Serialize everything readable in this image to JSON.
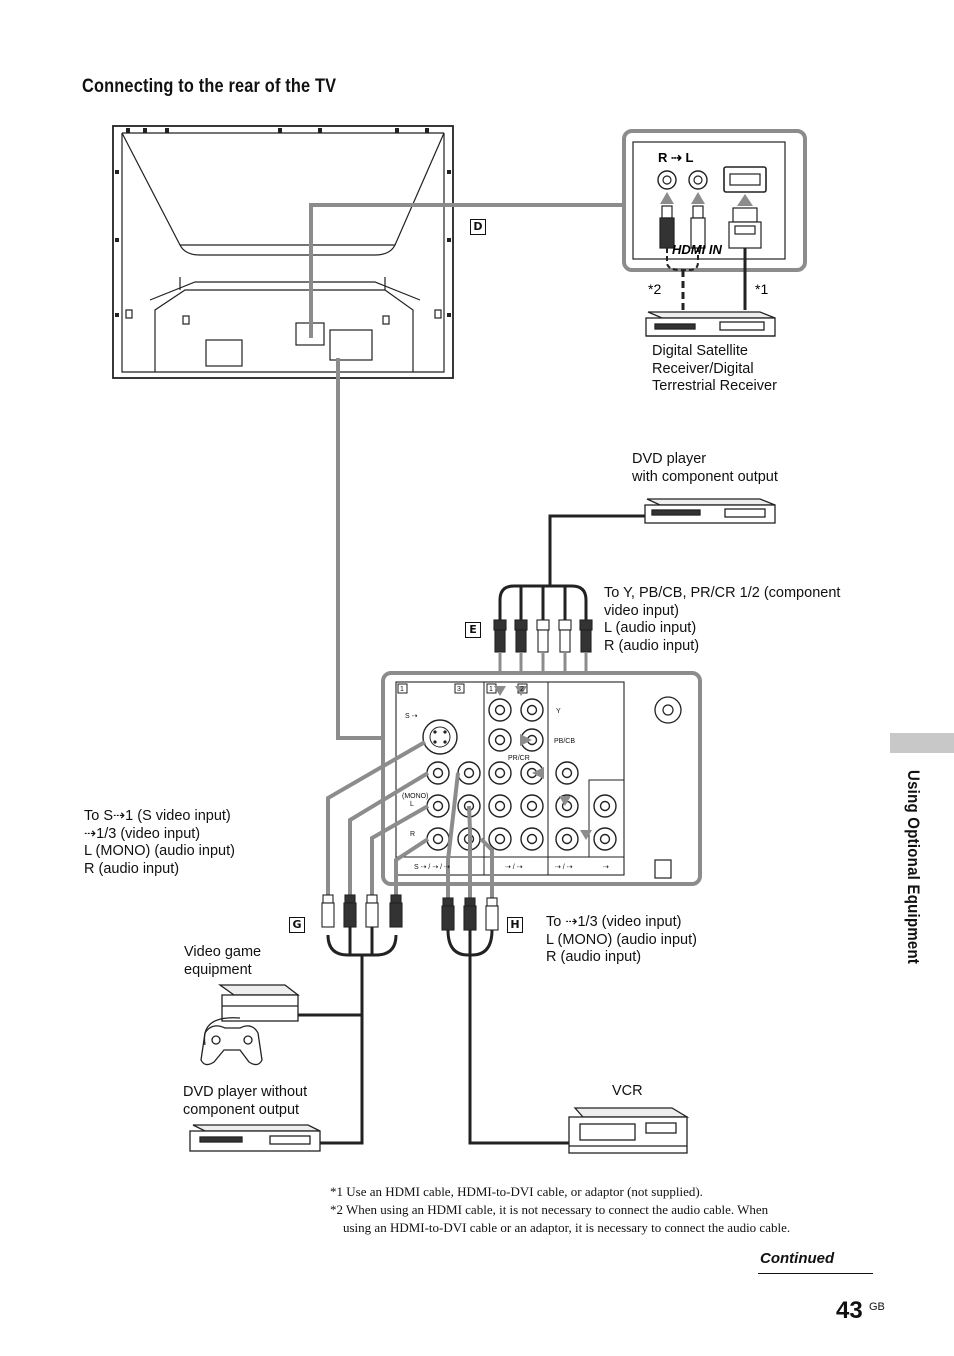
{
  "page": {
    "section_title": "Connecting to the rear of the TV",
    "side_tab": "Using Optional Equipment",
    "page_number": "43",
    "page_suffix": "GB",
    "continued": "Continued"
  },
  "badges": {
    "d": "D",
    "e": "E",
    "g": "G",
    "h": "H"
  },
  "labels": {
    "satellite": "Digital Satellite\nReceiver/Digital\nTerrestrial Receiver",
    "dvd_component": "DVD player\nwith component output",
    "component_input": "To Y, PB/CB, PR/CR 1/2 (component\nvideo input)\nL (audio input)\nR (audio input)",
    "svideo_input": "To S⇢1 (S video input)\n⇢1/3 (video input)\nL (MONO) (audio input)\nR (audio input)",
    "video_game": "Video game\nequipment",
    "dvd_no_component": "DVD player without\ncomponent output",
    "vcr_input": "To ⇢1/3 (video input)\nL (MONO) (audio input)\nR (audio input)",
    "vcr": "VCR",
    "star2": "*2",
    "star1": "*1",
    "hdmi_audio": "R ⇢ L",
    "hdmi_logo": "HDMI IN"
  },
  "panel_labels": {
    "col1": "1",
    "col3": "3",
    "col1b": "1",
    "col2": "2",
    "s_in": "S ⇢",
    "mono": "(MONO)",
    "l": "L",
    "r": "R",
    "y": "Y",
    "pb": "PB/CB",
    "pr": "PR/CR",
    "bottom_a": "S ⇢ / ⇢ / ⇢",
    "bottom_b": "⇢ / ⇢",
    "bottom_c": "⇢ / ⇢",
    "bottom_d": "⇢"
  },
  "footnotes": "*1 Use an HDMI cable, HDMI-to-DVI cable, or adaptor (not supplied).\n*2 When using an HDMI cable, it is not necessary to connect the audio cable. When\n    using an HDMI-to-DVI cable or an adaptor, it is necessary to connect the audio cable.",
  "colors": {
    "cable_gray": "#8c8c8c",
    "cable_dark": "#1a1a1a",
    "tab_gray": "#c8c8c8"
  }
}
